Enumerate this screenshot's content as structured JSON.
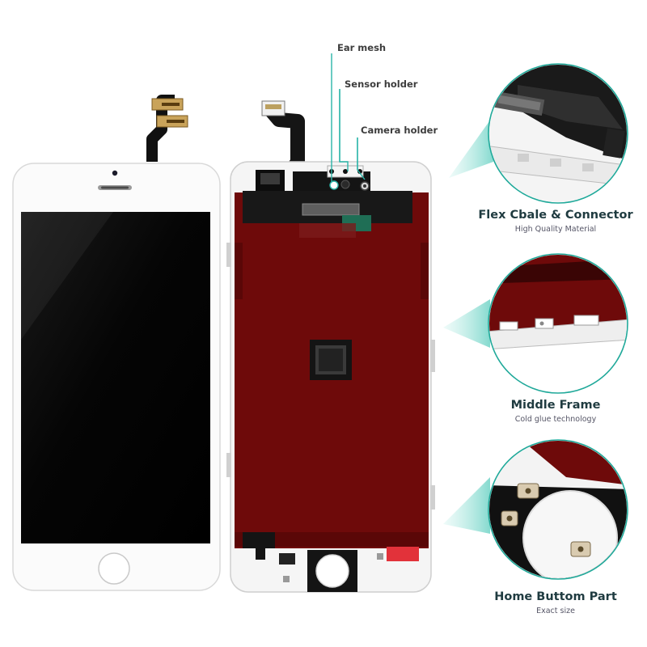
{
  "annotations": {
    "ear_mesh": "Ear mesh",
    "sensor_holder": "Sensor holder",
    "camera_holder": "Camera holder"
  },
  "features": [
    {
      "title": "Flex Cbale & Connector",
      "subtitle": "High Quality Material"
    },
    {
      "title": "Middle Frame",
      "subtitle": "Cold glue technology"
    },
    {
      "title": "Home Buttom Part",
      "subtitle": "Exact size"
    }
  ],
  "colors": {
    "accent_teal": "#2bb5a8",
    "callout_cone": "#8fe0d4",
    "lcd_back": "#6e0a0a",
    "frame_white": "#f7f7f7",
    "screen_black": "#0b0b0b"
  }
}
